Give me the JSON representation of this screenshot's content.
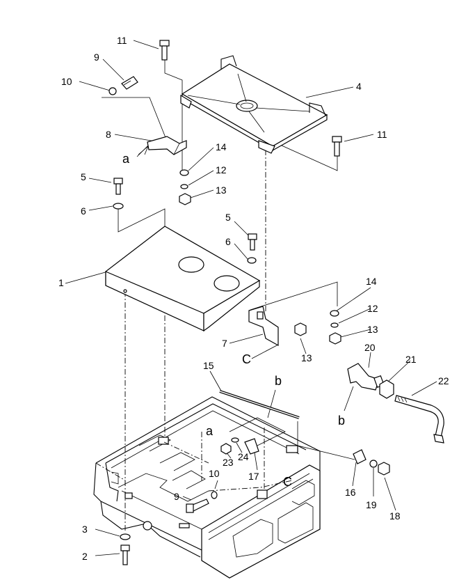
{
  "callouts": {
    "n1": "1",
    "n2": "2",
    "n3": "3",
    "n4": "4",
    "n5a": "5",
    "n5b": "5",
    "n6a": "6",
    "n6b": "6",
    "n7": "7",
    "n8": "8",
    "n9a": "9",
    "n9b": "9",
    "n10a": "10",
    "n10b": "10",
    "n11a": "11",
    "n11b": "11",
    "n12a": "12",
    "n12b": "12",
    "n13a": "13",
    "n13b": "13",
    "n13c": "13",
    "n14a": "14",
    "n14b": "14",
    "n15": "15",
    "n16": "16",
    "n17": "17",
    "n18": "18",
    "n19": "19",
    "n20": "20",
    "n21": "21",
    "n22": "22",
    "n23": "23",
    "n24": "24"
  },
  "refs": {
    "a_top": "a",
    "a_bottom": "a",
    "b_top": "b",
    "b_bottom": "b",
    "c_left": "C",
    "c_right": "C"
  }
}
